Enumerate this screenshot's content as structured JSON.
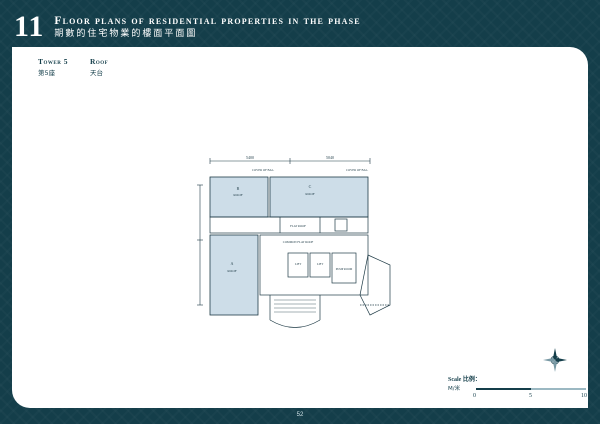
{
  "header": {
    "section_number": "11",
    "title_en": "Floor plans of residential properties in the phase",
    "title_zh": "期數的住宅物業的樓面平面圖"
  },
  "labels": {
    "tower_en": "Tower 5",
    "tower_zh": "第5座",
    "floor_en": "Roof",
    "floor_zh": "天台"
  },
  "plan": {
    "dimension_labels": [
      "5400",
      "5040"
    ],
    "room_labels": {
      "roof_b": "B",
      "roof_b_text": "ROOF",
      "roof_c": "C",
      "roof_c_text": "ROOF",
      "roof_a": "A",
      "roof_a_text": "ROOF",
      "flat_roof": "FLAT ROOF",
      "common_flat_roof": "COMMON FLAT ROOF",
      "lift_1": "LIFT",
      "lift_2": "LIFT",
      "pump_room": "PUMP ROOM",
      "cover_a": "COVER OF BAL.",
      "cover_b": "COVER OF BAL."
    }
  },
  "colors": {
    "background": "#143e4a",
    "plan_blue": "#cddde8",
    "plan_line": "#1f3b46"
  },
  "scale": {
    "label_en": "Scale",
    "label_zh": "比例：",
    "unit_zh": "M/米",
    "ticks": [
      "0",
      "5",
      "10"
    ]
  },
  "page_number": "52"
}
